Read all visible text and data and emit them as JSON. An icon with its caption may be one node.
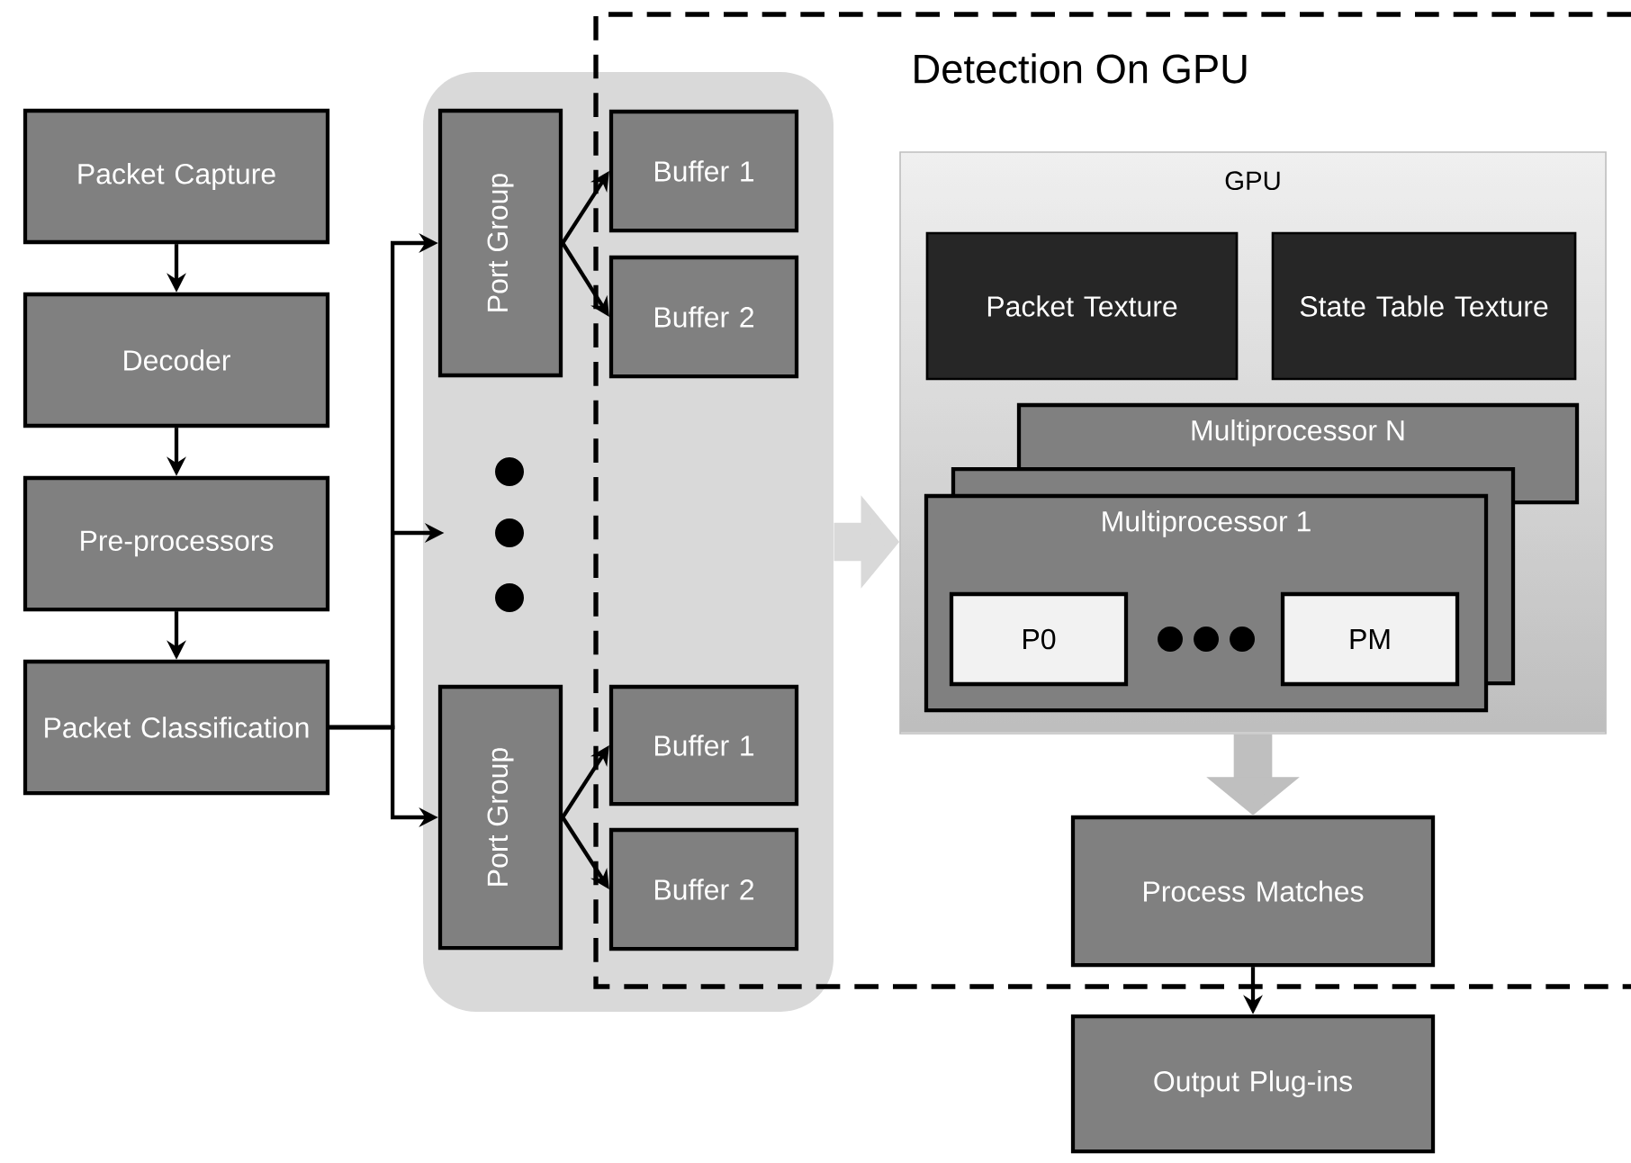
{
  "diagram": {
    "nodes": [
      {
        "text": [
          "Packet Capture"
        ]
      },
      {
        "text": [
          "Decoder"
        ]
      },
      {
        "text": [
          "Pre-processors"
        ]
      },
      {
        "text": [
          "Packet Classification"
        ]
      },
      {
        "text": [],
        "shape": "box"
      },
      {
        "text": [
          "Port Group"
        ],
        "in": 4
      },
      {
        "text": [
          "Buffer 1"
        ],
        "in": 4
      },
      {
        "text": [
          "Buffer 2"
        ],
        "in": 4
      },
      {
        "text": [
          "Port Group"
        ],
        "in": 4
      },
      {
        "text": [
          "Buffer 1"
        ],
        "in": 4
      },
      {
        "text": [
          "Buffer 2"
        ],
        "in": 4
      },
      {
        "text": [
          "GPU"
        ]
      },
      {
        "text": [
          "Packet Texture"
        ],
        "in": 11
      },
      {
        "text": [
          "State Table Texture"
        ],
        "in": 11
      },
      {
        "text": [
          "Multiprocessor N"
        ],
        "in": 11
      },
      {
        "text": [],
        "shape": "box",
        "in": 11
      },
      {
        "text": [
          "Multiprocessor 1"
        ],
        "in": 11
      },
      {
        "text": [
          "P0"
        ],
        "in": 16
      },
      {
        "text": [
          "PM"
        ],
        "in": 16
      },
      {
        "text": [
          "Process Matches"
        ]
      },
      {
        "text": [
          "Output Plug-ins"
        ]
      }
    ],
    "edges": [
      {
        "from": 0,
        "to": 1,
        "arrow": "to"
      },
      {
        "from": 1,
        "to": 2,
        "arrow": "to"
      },
      {
        "from": 2,
        "to": 3,
        "arrow": "to"
      },
      {
        "from": 3,
        "to": 5,
        "arrow": "to"
      },
      {
        "from": 3,
        "to": 4,
        "arrow": "to"
      },
      {
        "from": 3,
        "to": 8,
        "arrow": "to"
      },
      {
        "from": 5,
        "to": 6,
        "arrow": "to"
      },
      {
        "from": 5,
        "to": 7,
        "arrow": "to"
      },
      {
        "from": 8,
        "to": 9,
        "arrow": "to"
      },
      {
        "from": 8,
        "to": 10,
        "arrow": "to"
      },
      {
        "from": 4,
        "to": 11,
        "arrow": "to",
        "style": "thick",
        "color": "#d9d9d9"
      },
      {
        "from": 11,
        "to": 19,
        "arrow": "to",
        "style": "thick",
        "color": "#bfbfbf"
      },
      {
        "from": 19,
        "to": 20,
        "arrow": "to"
      }
    ],
    "labels": [
      "Detection On GPU"
    ]
  }
}
